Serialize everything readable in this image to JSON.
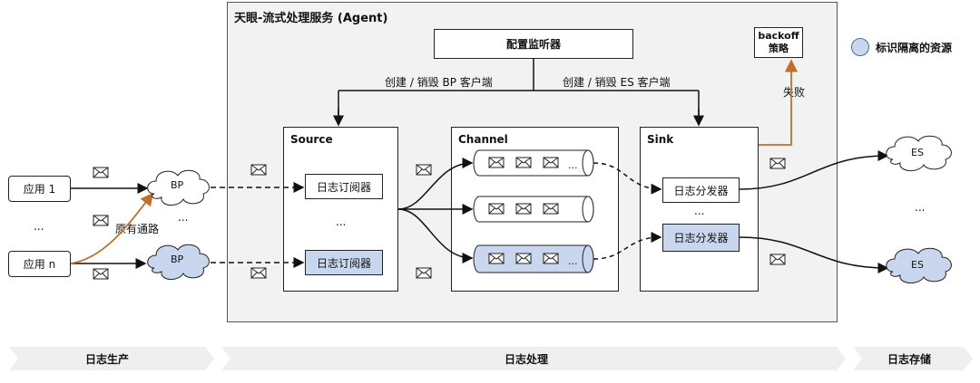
{
  "agent": {
    "title": "天眼-流式处理服务 (Agent)"
  },
  "config_monitor": {
    "label": "配置监听器"
  },
  "backoff": {
    "line1": "backoff",
    "line2": "策略"
  },
  "legend": {
    "label": "标识隔离的资源",
    "color": "#c9d7ee"
  },
  "edges": {
    "create_bp": "创建 / 销毁 BP 客户端",
    "create_es": "创建 / 销毁 ES 客户端",
    "fail": "失败",
    "original_path": "原有通路"
  },
  "apps": {
    "app1": "应用 1",
    "appn": "应用 n",
    "ellipsis": "..."
  },
  "bp": {
    "label": "BP",
    "ellipsis": "..."
  },
  "source": {
    "title": "Source",
    "subscriber": "日志订阅器",
    "ellipsis": "..."
  },
  "channel": {
    "title": "Channel",
    "ellipsis": "..."
  },
  "sink": {
    "title": "Sink",
    "dispatcher": "日志分发器",
    "ellipsis": "..."
  },
  "es": {
    "label": "ES",
    "ellipsis": "..."
  },
  "footer": {
    "produce": "日志生产",
    "process": "日志处理",
    "store": "日志存储"
  },
  "colors": {
    "accent": "#c0702a",
    "isolated": "#c9d7ee",
    "footer_bar": "#efefef"
  }
}
